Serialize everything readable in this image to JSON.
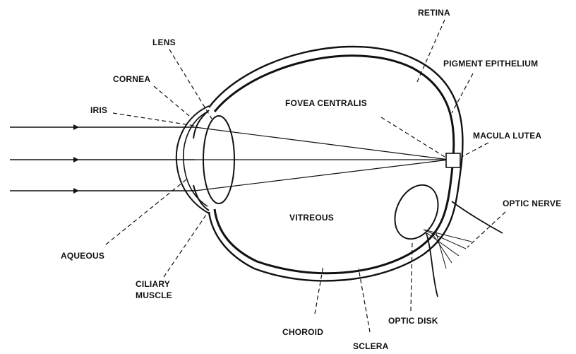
{
  "labels": {
    "retina": "RETINA",
    "lens": "LENS",
    "pigment_epithelium": "PIGMENT EPITHELIUM",
    "cornea": "CORNEA",
    "iris": "IRIS",
    "fovea_centralis": "FOVEA CENTRALIS",
    "macula_lutea": "MACULA LUTEA",
    "optic_nerve": "OPTIC NERVE",
    "vitreous": "VITREOUS",
    "aqueous": "AQUEOUS",
    "ciliary_muscle_line1": "CILIARY",
    "ciliary_muscle_line2": "MUSCLE",
    "choroid": "CHOROID",
    "optic_disk": "OPTIC DISK",
    "sclera": "SCLERA"
  }
}
